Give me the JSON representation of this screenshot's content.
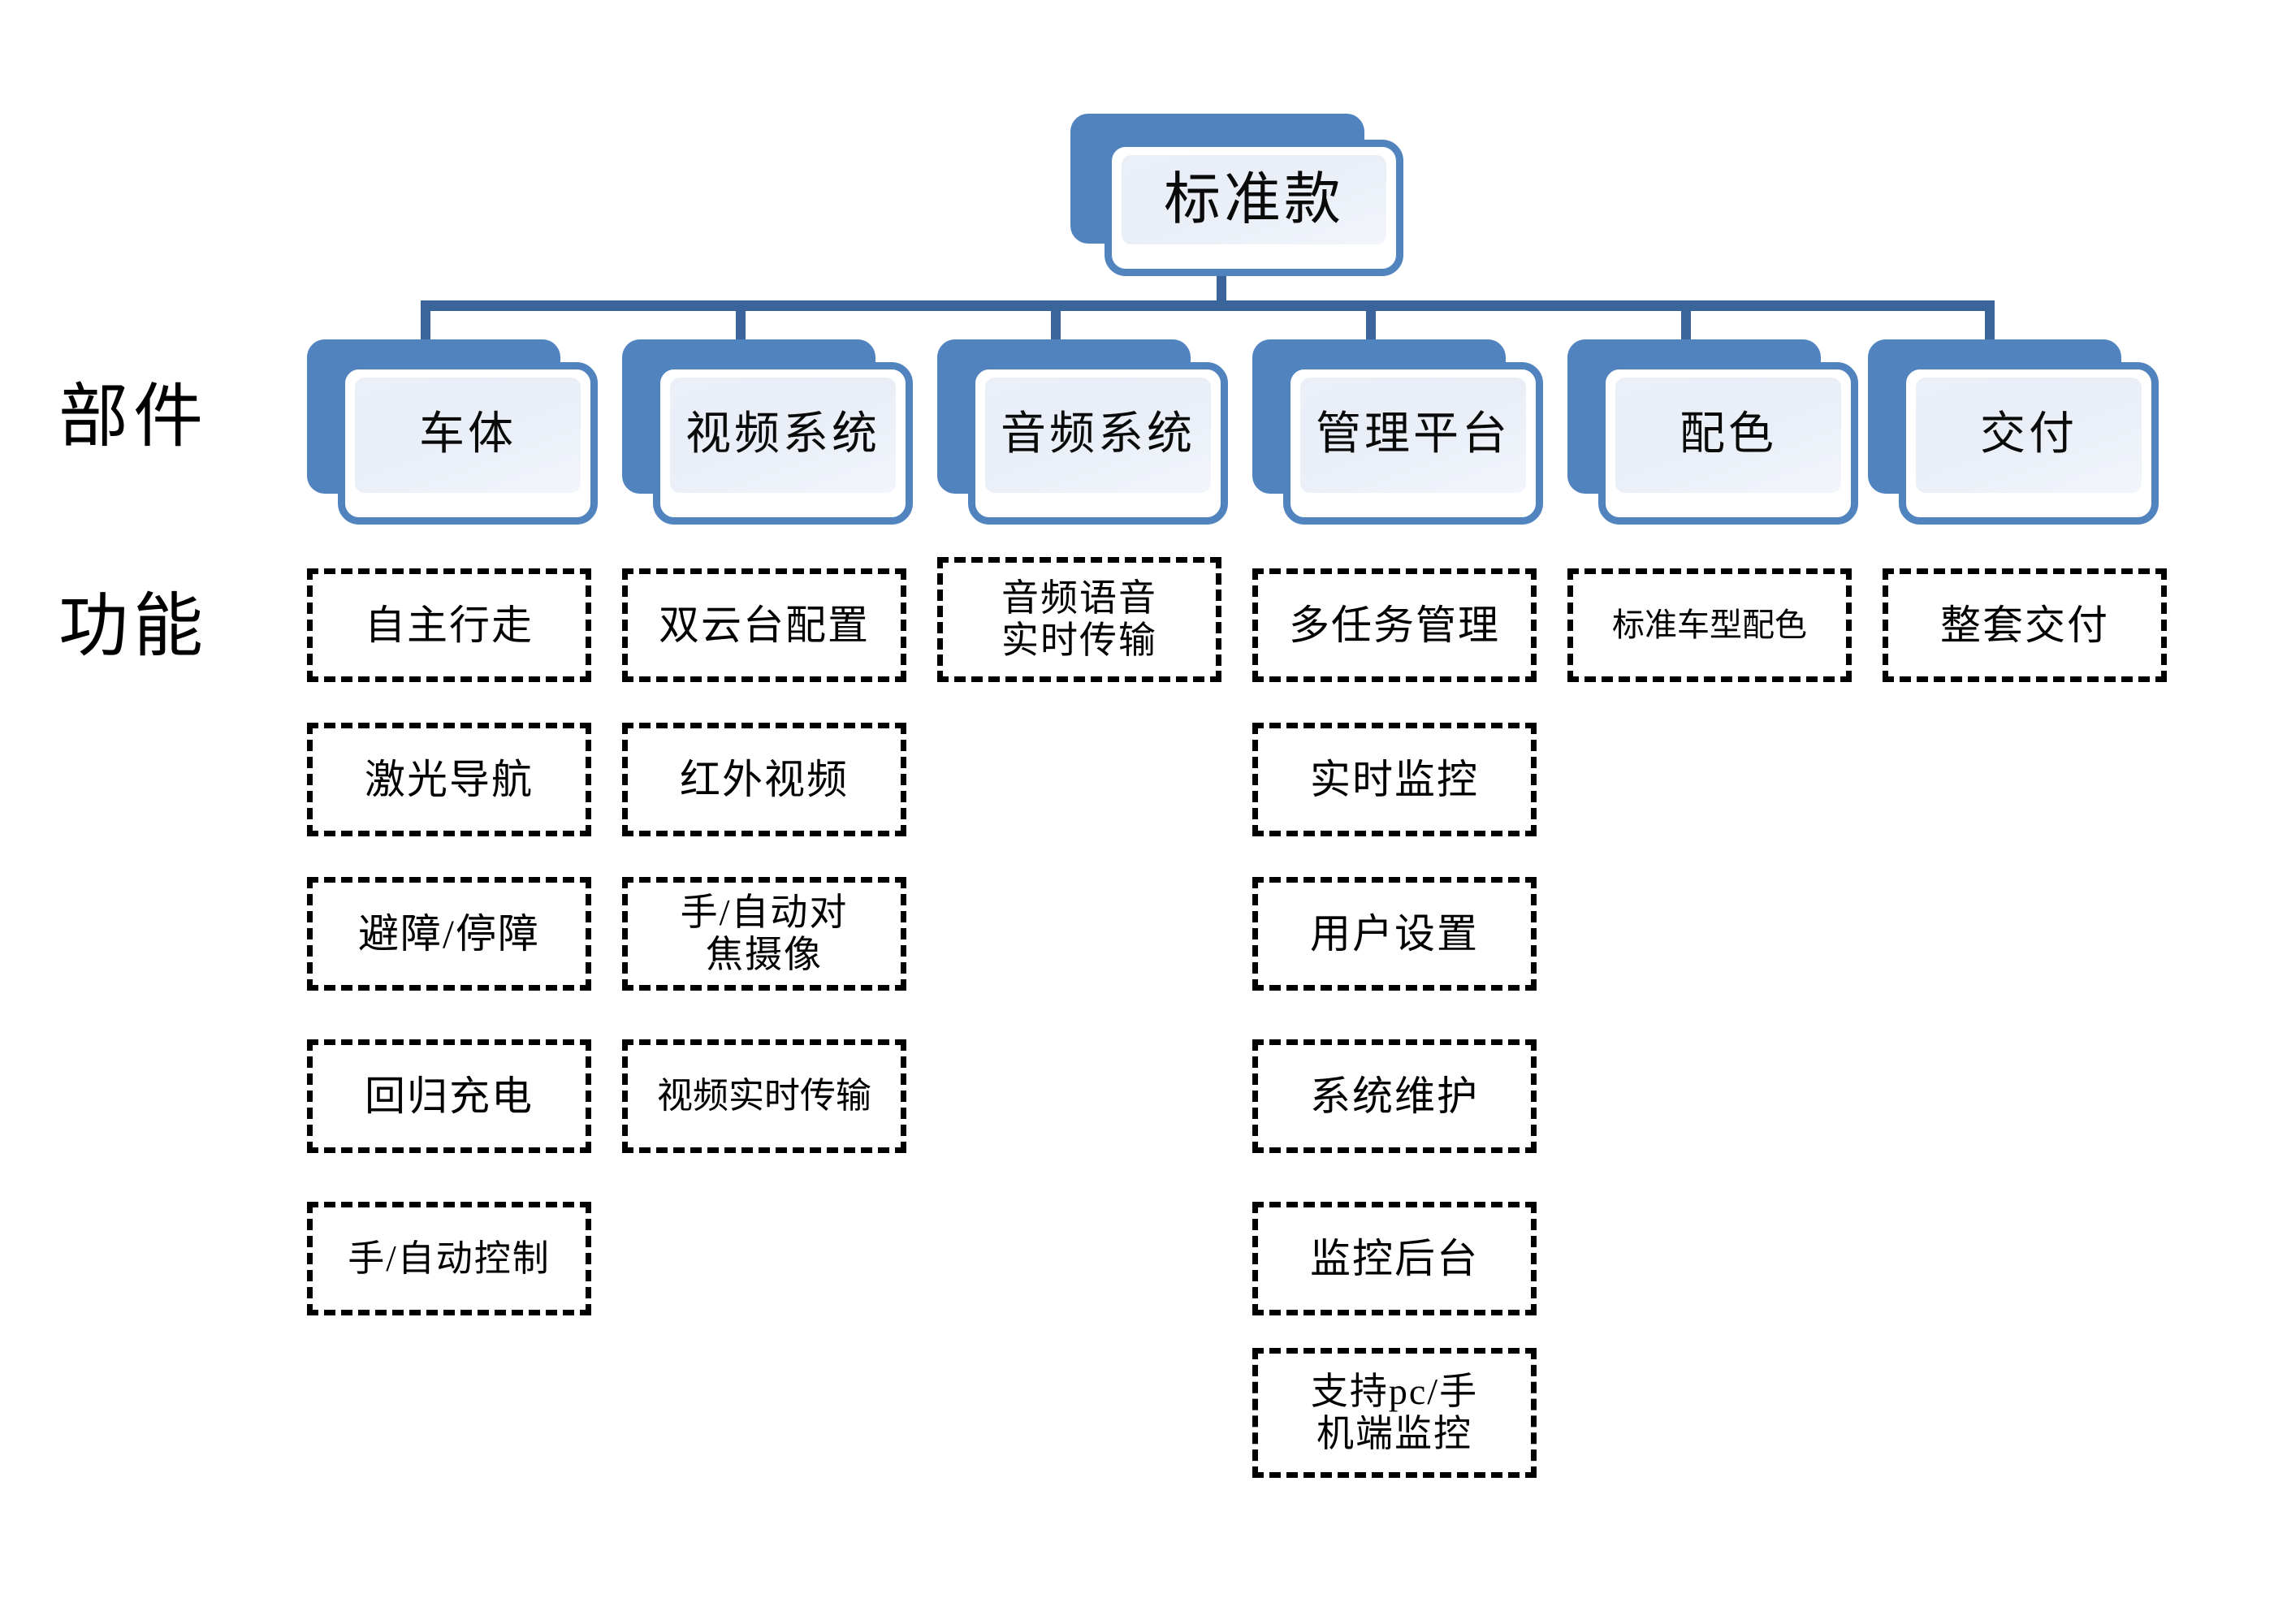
{
  "diagram": {
    "root": {
      "label": "标准款"
    },
    "row_labels": {
      "components": "部件",
      "functions": "功能"
    },
    "components": [
      {
        "label": "车体"
      },
      {
        "label": "视频系统"
      },
      {
        "label": "音频系统"
      },
      {
        "label": "管理平台"
      },
      {
        "label": "配色"
      },
      {
        "label": "交付"
      }
    ],
    "functions": {
      "col1": [
        {
          "text": "自主行走"
        },
        {
          "text": "激光导航"
        },
        {
          "text": "避障/停障"
        },
        {
          "text": "回归充电"
        },
        {
          "text": "手/自动控制"
        }
      ],
      "col2": [
        {
          "text": "双云台配置"
        },
        {
          "text": "红外视频"
        },
        {
          "text": "手/自动对\n焦摄像"
        },
        {
          "text": "视频实时传输"
        }
      ],
      "col3": [
        {
          "text": "音频语音\n实时传输"
        }
      ],
      "col4": [
        {
          "text": "多任务管理"
        },
        {
          "text": "实时监控"
        },
        {
          "text": "用户设置"
        },
        {
          "text": "系统维护"
        },
        {
          "text": "监控后台"
        },
        {
          "text": "支持pc/手\n机端监控"
        }
      ],
      "col5": [
        {
          "text": "标准车型配色"
        }
      ],
      "col6": [
        {
          "text": "整套交付"
        }
      ]
    },
    "colors": {
      "node_blue": "#5183bf",
      "connector_blue": "#3a659a",
      "node_inner": "#e9eef7",
      "text": "#000000",
      "background": "#ffffff"
    }
  }
}
